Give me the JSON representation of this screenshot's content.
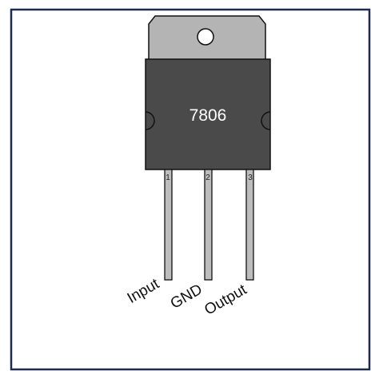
{
  "component": {
    "part_number": "7806",
    "pins": [
      {
        "number": "1",
        "label": "Input"
      },
      {
        "number": "2",
        "label": "GND"
      },
      {
        "number": "3",
        "label": "Output"
      }
    ]
  },
  "colors": {
    "frame": "#1f2a4d",
    "heatsink_tab": "#b4b4b4",
    "body": "#4a4a4a",
    "leads": "#bdbdbd",
    "outline": "#111111"
  }
}
